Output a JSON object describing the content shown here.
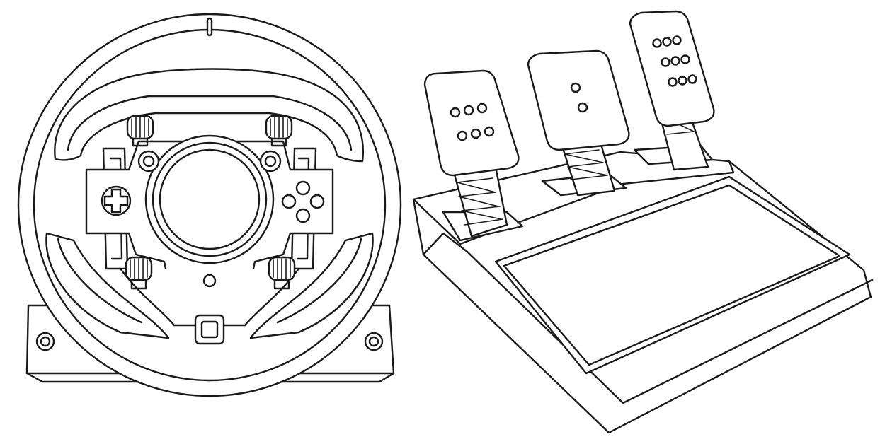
{
  "figure": {
    "components": [
      {
        "id": "steering-wheel",
        "icon": "steering-wheel-icon"
      },
      {
        "id": "pedal-set",
        "icon": "pedals-icon"
      }
    ],
    "wheel_controls": {
      "dpad": "dpad-icon",
      "face_buttons_count": 4,
      "knobs_count": 4,
      "center_button": "square-button-icon"
    },
    "pedals": [
      {
        "name": "left-pedal",
        "dot_rows": [
          3,
          3
        ]
      },
      {
        "name": "middle-pedal",
        "dot_rows": [
          1,
          1
        ]
      },
      {
        "name": "right-pedal",
        "dot_rows": [
          3,
          3,
          3
        ]
      }
    ],
    "colors": {
      "line": "#1a1a1a",
      "background": "#ffffff"
    }
  }
}
